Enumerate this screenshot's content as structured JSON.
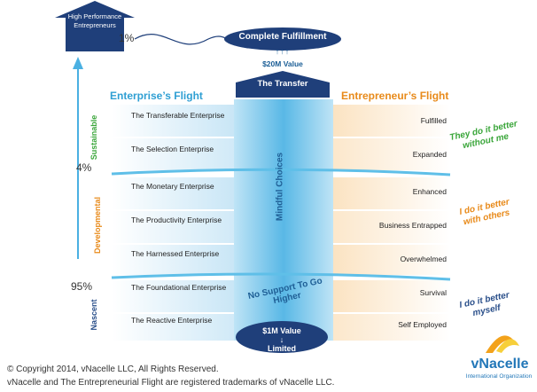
{
  "house_label": "High Performance Entrepreneurs",
  "percent_top": "1%",
  "percent_mid": "4%",
  "percent_bottom": "95%",
  "top_pill": "Complete Fulfillment",
  "value_top": "$20M Value",
  "transfer_label": "The Transfer",
  "left_heading": "Enterprise’s Flight",
  "right_heading": "Entrepreneur’s Flight",
  "stages": {
    "sustainable": "Sustainable",
    "developmental": "Developmental",
    "nascent": "Nascent"
  },
  "levels": [
    {
      "enterprise": "The Transferable Enterprise",
      "state": "Fulfilled"
    },
    {
      "enterprise": "The Selection Enterprise",
      "state": "Expanded"
    },
    {
      "enterprise": "The Monetary Enterprise",
      "state": "Enhanced"
    },
    {
      "enterprise": "The Productivity Enterprise",
      "state": "Business Entrapped"
    },
    {
      "enterprise": "The Harnessed Enterprise",
      "state": "Overwhelmed"
    },
    {
      "enterprise": "The Foundational Enterprise",
      "state": "Survival"
    },
    {
      "enterprise": "The Reactive Enterprise",
      "state": "Self Employed"
    }
  ],
  "mindful_choices": "Mindful Choices",
  "no_support": "No Support To Go Higher",
  "bottom_pill": {
    "value": "$1M Value",
    "arrow": "↓",
    "label": "Limited"
  },
  "side_notes": {
    "sustainable": "They do it better without me",
    "developmental": "I do it better with others",
    "nascent": "I do it better myself"
  },
  "footer": {
    "line1": "© Copyright 2014, vNacelle LLC, All Rights Reserved.",
    "line2": "vNacelle and The Entrepreneurial Flight are registered trademarks of vNacelle LLC."
  },
  "brand": {
    "name": "vNacelle",
    "tagline": "International Organization"
  },
  "colors": {
    "navy": "#1f3f7a",
    "blue": "#2f9fd3",
    "orange": "#e88a1a",
    "green": "#3aa63a",
    "light_blue_band": "#d9eef9",
    "light_orange_band": "#fbe6c8"
  }
}
